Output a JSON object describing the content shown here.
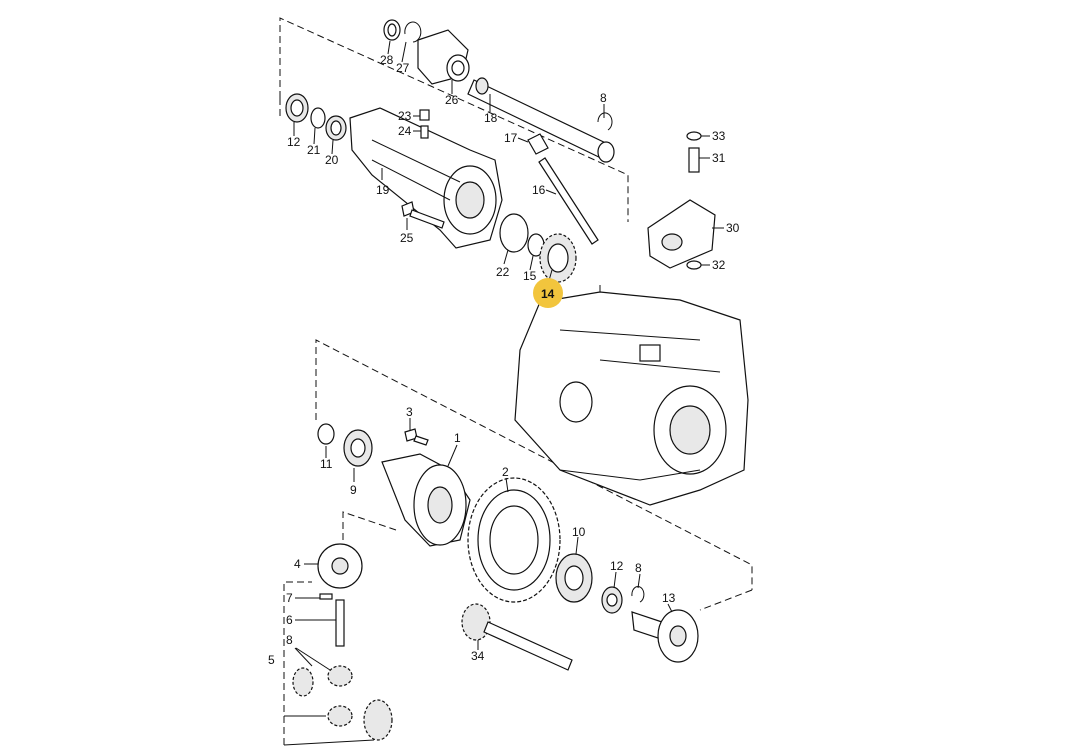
{
  "diagram": {
    "highlight_color": "#f2c53d",
    "highlighted_label": "14",
    "callouts": [
      {
        "id": "c28",
        "text": "28"
      },
      {
        "id": "c27",
        "text": "27"
      },
      {
        "id": "c26",
        "text": "26"
      },
      {
        "id": "c18",
        "text": "18"
      },
      {
        "id": "c8a",
        "text": "8"
      },
      {
        "id": "c12a",
        "text": "12"
      },
      {
        "id": "c21",
        "text": "21"
      },
      {
        "id": "c20",
        "text": "20"
      },
      {
        "id": "c23",
        "text": "23"
      },
      {
        "id": "c24",
        "text": "24"
      },
      {
        "id": "c19",
        "text": "19"
      },
      {
        "id": "c17",
        "text": "17"
      },
      {
        "id": "c16",
        "text": "16"
      },
      {
        "id": "c25",
        "text": "25"
      },
      {
        "id": "c22",
        "text": "22"
      },
      {
        "id": "c15",
        "text": "15"
      },
      {
        "id": "c14",
        "text": "14"
      },
      {
        "id": "c33",
        "text": "33"
      },
      {
        "id": "c31",
        "text": "31"
      },
      {
        "id": "c30",
        "text": "30"
      },
      {
        "id": "c32",
        "text": "32"
      },
      {
        "id": "c3",
        "text": "3"
      },
      {
        "id": "c1",
        "text": "1"
      },
      {
        "id": "c11",
        "text": "11"
      },
      {
        "id": "c9",
        "text": "9"
      },
      {
        "id": "c2",
        "text": "2"
      },
      {
        "id": "c10",
        "text": "10"
      },
      {
        "id": "c12b",
        "text": "12"
      },
      {
        "id": "c8b",
        "text": "8"
      },
      {
        "id": "c13",
        "text": "13"
      },
      {
        "id": "c4",
        "text": "4"
      },
      {
        "id": "c7",
        "text": "7"
      },
      {
        "id": "c6",
        "text": "6"
      },
      {
        "id": "c8c",
        "text": "8"
      },
      {
        "id": "c5",
        "text": "5"
      },
      {
        "id": "c34",
        "text": "34"
      }
    ]
  }
}
